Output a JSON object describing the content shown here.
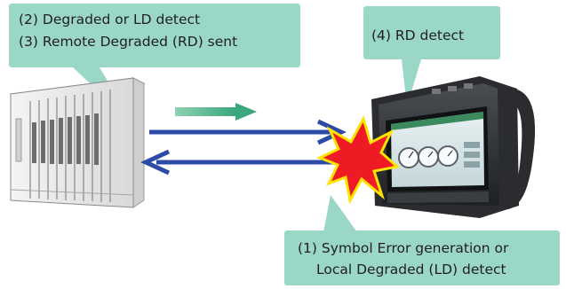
{
  "callouts": {
    "left": {
      "line1": "(2) Degraded or LD detect",
      "line2": "(3) Remote Degraded (RD) sent"
    },
    "right": {
      "line1": "(4) RD detect"
    },
    "bottom": {
      "line1": "(1) Symbol Error generation or",
      "line2": "Local Degraded (LD) detect"
    }
  },
  "devices": {
    "left": "network-equipment-rack",
    "right": "network-tester-with-handle"
  },
  "colors": {
    "callout_fill": "#9bd7c6",
    "arrow_blue": "#2c4aa8",
    "arrow_green": "#4fb68c",
    "burst_red": "#ee1b24",
    "burst_yellow": "#ffe400"
  }
}
